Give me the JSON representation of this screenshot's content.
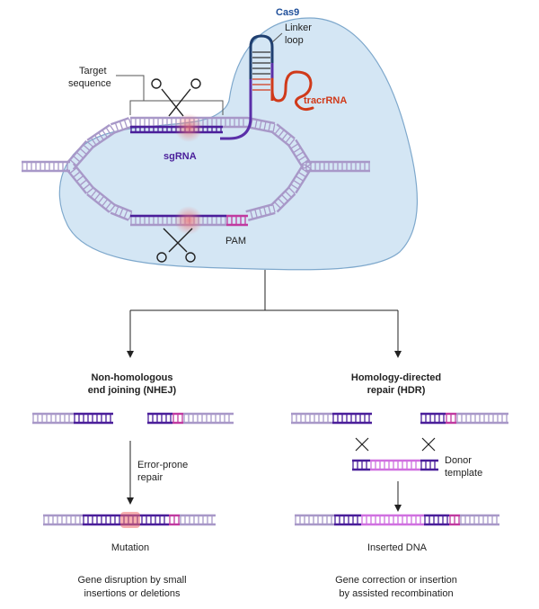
{
  "labels": {
    "cas9": "Cas9",
    "linker_line1": "Linker",
    "linker_line2": "loop",
    "target_line1": "Target",
    "target_line2": "sequence",
    "tracrrna": "tracrRNA",
    "sgrna": "sgRNA",
    "pam": "PAM",
    "nhej_title_line1": "Non-homologous",
    "nhej_title_line2": "end joining (NHEJ)",
    "hdr_title_line1": "Homology-directed",
    "hdr_title_line2": "repair (HDR)",
    "error_line1": "Error-prone",
    "error_line2": "repair",
    "donor_line1": "Donor",
    "donor_line2": "template",
    "mutation": "Mutation",
    "inserted": "Inserted DNA",
    "nhej_outcome_line1": "Gene disruption by small",
    "nhej_outcome_line2": "insertions or deletions",
    "hdr_outcome_line1": "Gene correction or insertion",
    "hdr_outcome_line2": "by assisted recombination"
  },
  "colors": {
    "dna_light": "#a898c8",
    "dna_dark": "#4a1e9a",
    "pam": "#c03aa0",
    "donor": "#d070e0",
    "tracr": "#d03a1a",
    "linker": "#1f3f70",
    "cas9_fill": "#d4e6f4",
    "cas9_stroke": "#7ea8cc",
    "cas9_label": "#1f4f9a",
    "highlight": "#f07070"
  }
}
